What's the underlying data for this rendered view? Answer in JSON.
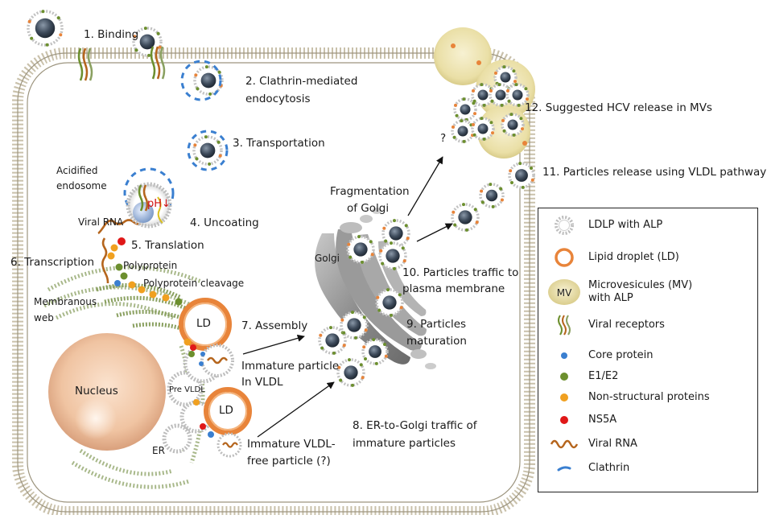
{
  "labels": {
    "binding": "1. Binding",
    "endocytosis_line1": "2. Clathrin-mediated",
    "endocytosis_line2": "endocytosis",
    "transportation": "3. Transportation",
    "acidified_line1": "Acidified",
    "acidified_line2": "endosome",
    "ph": "pH↓",
    "uncoating": "4. Uncoating",
    "viral_rna": "Viral RNA",
    "translation": "5. Translation",
    "transcription": "6. Transcription",
    "polyprotein": "Polyprotein",
    "polyprotein_cleavage": "Polyprotein cleavage",
    "membranous_line1": "Membranous",
    "membranous_line2": "web",
    "ld_top": "LD",
    "ld_bottom": "LD",
    "assembly": "7. Assembly",
    "immature_line1": "Immature particle",
    "immature_line2": "In VLDL",
    "nucleus": "Nucleus",
    "pre_vldl": "Pre VLDL",
    "er": "ER",
    "vldl_free_line1": "Immature VLDL-",
    "vldl_free_line2": "free particle (?)",
    "fragmentation_line1": "Fragmentation",
    "fragmentation_line2": "of Golgi",
    "golgi": "Golgi",
    "question": "?",
    "traffic_line1": "10. Particles traffic to",
    "traffic_line2": "plasma membrane",
    "maturation_line1": "9. Particles",
    "maturation_line2": "maturation",
    "er_golgi_line1": "8. ER-to-Golgi traffic of",
    "er_golgi_line2": "immature particles",
    "release_mvs": "12. Suggested HCV release in MVs",
    "release_vldl": "11. Particles release using VLDL pathway"
  },
  "legend": {
    "items": [
      {
        "label": "LDLP with ALP",
        "icon": "ldlp-with-alp-icon"
      },
      {
        "label": "Lipid droplet (LD)",
        "icon": "lipid-droplet-icon"
      },
      {
        "label_line1": "Microvesicules (MV)",
        "label_line2": "with ALP",
        "badge": "MV",
        "icon": "microvesicle-icon"
      },
      {
        "label": "Viral receptors",
        "icon": "viral-receptor-icon"
      },
      {
        "label": "Core protein",
        "icon": "core-protein-icon",
        "color": "#3a7fd0"
      },
      {
        "label": "E1/E2",
        "icon": "e1e2-icon",
        "color": "#6c8f2e"
      },
      {
        "label": "Non-structural proteins",
        "icon": "ns-protein-icon",
        "color": "#f0a020"
      },
      {
        "label": "NS5A",
        "icon": "ns5a-icon",
        "color": "#e01818"
      },
      {
        "label": "Viral RNA",
        "icon": "viral-rna-icon",
        "color": "#b5651d"
      },
      {
        "label": "Clathrin",
        "icon": "clathrin-icon",
        "color": "#3a7fd0"
      }
    ]
  },
  "colors": {
    "membrane": "#b9b09a",
    "nucleus": "#f2c8a8",
    "ld_ring": "#e8843a",
    "mv_fill": "#efe6b8",
    "golgi": "#9a9a9a",
    "virion_core": "#3d4a5a",
    "ribosome": "#7a8f3a"
  }
}
